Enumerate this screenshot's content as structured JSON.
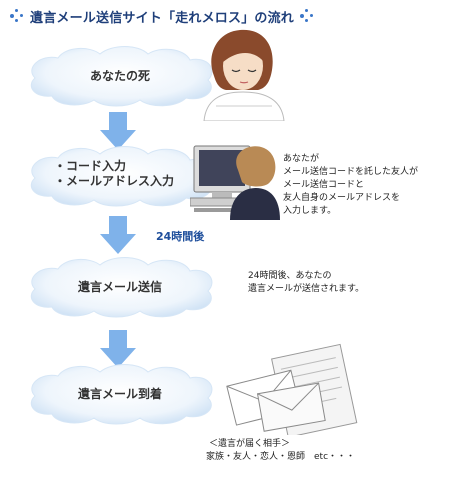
{
  "header": {
    "title": "遺言メール送信サイト「走れメロス」の流れ"
  },
  "steps": [
    {
      "label": "あなたの死"
    },
    {
      "label_lines": [
        "・コード入力",
        "・メールアドレス入力"
      ]
    },
    {
      "label": "遺言メール送信"
    },
    {
      "label": "遺言メール到着"
    }
  ],
  "delay_label": "24時間後",
  "notes": {
    "step2": [
      "あなたが",
      "メール送信コードを託した友人が",
      "メール送信コードと",
      "友人自身のメールアドレスを",
      "入力します。"
    ],
    "step3": [
      "24時間後、あなたの",
      "遺言メールが送信されます。"
    ],
    "step4": [
      "＜遺言が届く相手＞",
      "家族・友人・恋人・恩師　etc・・・"
    ]
  },
  "colors": {
    "accent": "#1f3f7a",
    "arrow": "#6fa9e6",
    "cloud": "#dbe9f7"
  }
}
